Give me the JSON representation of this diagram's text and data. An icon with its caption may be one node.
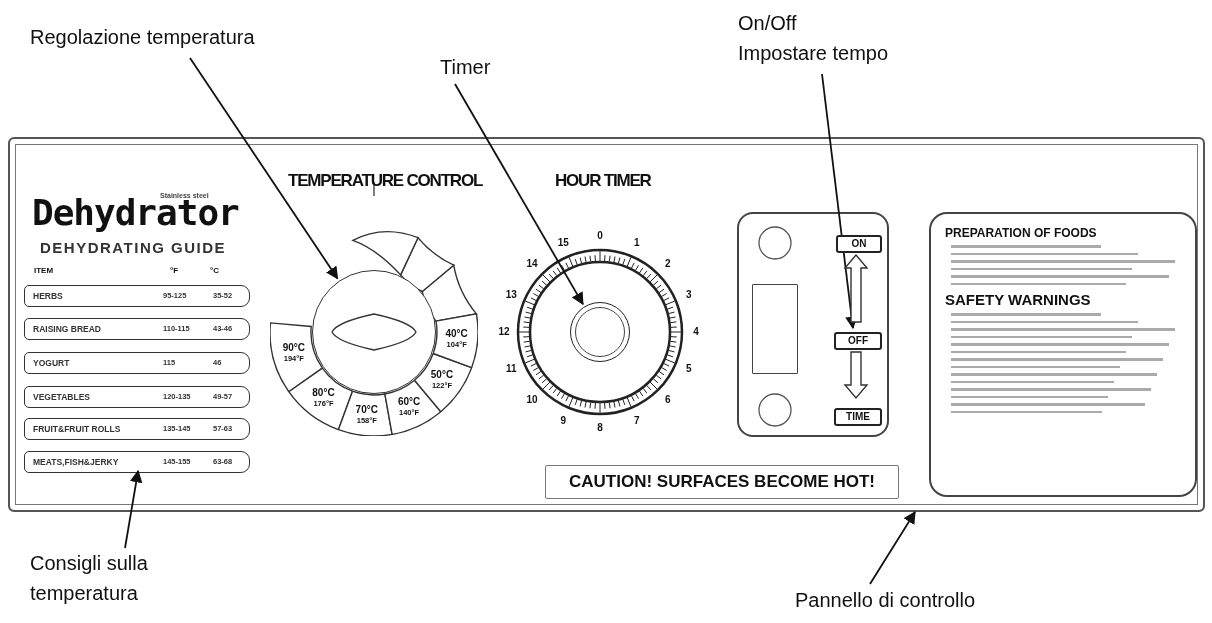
{
  "diagram": {
    "nodes": [
      {
        "text": [
          "Regolazione temperatura"
        ]
      },
      {
        "text": [
          "Timer"
        ]
      },
      {
        "text": [
          "On/Off",
          "Impostare tempo"
        ]
      },
      {
        "text": [],
        "shape": "box"
      },
      {
        "text": [
          "HERBS",
          "95-125",
          "35-52"
        ],
        "in": 3
      },
      {
        "text": [
          "RAISING BREAD",
          "110-115",
          "43-46"
        ],
        "in": 3
      },
      {
        "text": [
          "YOGURT",
          "115",
          "46"
        ],
        "in": 3
      },
      {
        "text": [
          "VEGETABLES",
          "120-135",
          "49-57"
        ],
        "in": 3
      },
      {
        "text": [
          "FRUIT&FRUIT ROLLS",
          "135-145",
          "57-63"
        ],
        "in": 3
      },
      {
        "text": [
          "MEATS,FISH&JERKY",
          "145-155",
          "63-68"
        ],
        "in": 3
      },
      {
        "text": [],
        "shape": "circle",
        "in": 3
      },
      {
        "text": [
          "90°C",
          "194°F"
        ],
        "in": 3
      },
      {
        "text": [
          "80°C",
          "176°F"
        ],
        "in": 3
      },
      {
        "text": [
          "70°C",
          "158°F"
        ],
        "in": 3
      },
      {
        "text": [
          "60°C",
          "140°F"
        ],
        "in": 3
      },
      {
        "text": [
          "50°C",
          "122°F"
        ],
        "in": 3
      },
      {
        "text": [
          "40°C",
          "104°F"
        ],
        "in": 3
      },
      {
        "text": [],
        "shape": "circle",
        "in": 3
      },
      {
        "text": [],
        "shape": "box",
        "in": 3
      },
      {
        "text": [],
        "shape": "box",
        "in": 18
      },
      {
        "text": [
          "ON"
        ],
        "in": 18
      },
      {
        "text": [
          "OFF"
        ],
        "in": 18
      },
      {
        "text": [
          "TIME"
        ],
        "in": 18
      },
      {
        "text": [
          "CAUTION! SURFACES BECOME HOT!"
        ],
        "in": 3
      },
      {
        "text": [
          "PREPARATION OF FOODS",
          "SAFETY WARNINGS"
        ],
        "in": 3
      },
      {
        "text": [
          "Consigli sulla temperatura"
        ]
      },
      {
        "text": [
          "Pannello di controllo"
        ]
      }
    ],
    "edges": [
      {
        "from": 0,
        "to": 10,
        "arrow": "to"
      },
      {
        "from": 1,
        "to": 17,
        "arrow": "to"
      },
      {
        "from": 2,
        "to": 21,
        "arrow": "to"
      },
      {
        "from": 21,
        "to": 20,
        "arrow": "to"
      },
      {
        "from": 21,
        "to": 22,
        "arrow": "to"
      },
      {
        "from": 25,
        "to": 9,
        "arrow": "to"
      },
      {
        "from": 26,
        "to": 3,
        "arrow": "to"
      }
    ],
    "labels": [
      "Stainless steel",
      "Dehydrator",
      "DEHYDRATING GUIDE",
      "ITEM",
      "°F",
      "°C",
      "TEMPERATURE CONTROL",
      "HOUR TIMER",
      "0",
      "1",
      "2",
      "3",
      "4",
      "5",
      "6",
      "7",
      "8",
      "9",
      "10",
      "11",
      "12",
      "13",
      "14",
      "15"
    ]
  }
}
